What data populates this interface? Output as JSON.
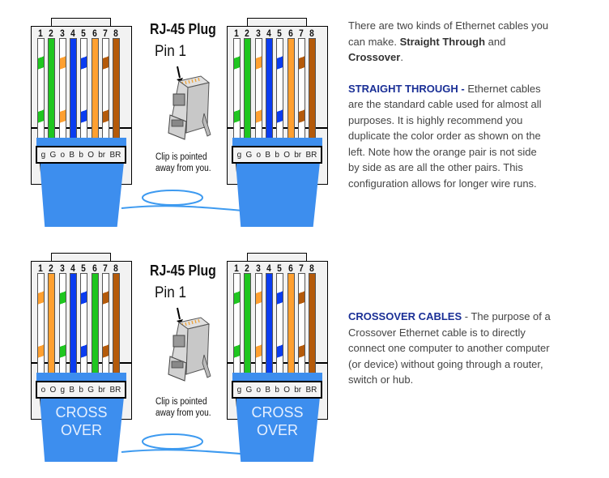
{
  "colors": {
    "green": "#1fc61f",
    "orange": "#ffa030",
    "blue": "#0a3cf0",
    "brown": "#b45a0a",
    "white": "#ffffff",
    "boot_blue": "#3d8eee",
    "cable_blue": "#3d9af0",
    "heading_blue": "#1a2f96",
    "body_text": "#444444"
  },
  "pin_numbers": [
    "1",
    "2",
    "3",
    "4",
    "5",
    "6",
    "7",
    "8"
  ],
  "rj45_label": {
    "title": "RJ-45 Plug",
    "pin1": "Pin 1",
    "clip_line1": "Clip is pointed",
    "clip_line2": "away from you."
  },
  "straight_through": {
    "left_plug": {
      "wires": [
        {
          "pin": 1,
          "base": "white",
          "stripe": "green"
        },
        {
          "pin": 2,
          "base": "green",
          "stripe": null
        },
        {
          "pin": 3,
          "base": "white",
          "stripe": "orange"
        },
        {
          "pin": 4,
          "base": "blue",
          "stripe": null
        },
        {
          "pin": 5,
          "base": "white",
          "stripe": "blue"
        },
        {
          "pin": 6,
          "base": "orange",
          "stripe": null
        },
        {
          "pin": 7,
          "base": "white",
          "stripe": "brown"
        },
        {
          "pin": 8,
          "base": "brown",
          "stripe": null
        }
      ],
      "labels": [
        "g",
        "G",
        "o",
        "B",
        "b",
        "O",
        "br",
        "BR"
      ]
    },
    "right_plug": {
      "wires": [
        {
          "pin": 1,
          "base": "white",
          "stripe": "green"
        },
        {
          "pin": 2,
          "base": "green",
          "stripe": null
        },
        {
          "pin": 3,
          "base": "white",
          "stripe": "orange"
        },
        {
          "pin": 4,
          "base": "blue",
          "stripe": null
        },
        {
          "pin": 5,
          "base": "white",
          "stripe": "blue"
        },
        {
          "pin": 6,
          "base": "orange",
          "stripe": null
        },
        {
          "pin": 7,
          "base": "white",
          "stripe": "brown"
        },
        {
          "pin": 8,
          "base": "brown",
          "stripe": null
        }
      ],
      "labels": [
        "g",
        "G",
        "o",
        "B",
        "b",
        "O",
        "br",
        "BR"
      ]
    },
    "boot_text": ""
  },
  "crossover": {
    "left_plug": {
      "wires": [
        {
          "pin": 1,
          "base": "white",
          "stripe": "orange"
        },
        {
          "pin": 2,
          "base": "orange",
          "stripe": null
        },
        {
          "pin": 3,
          "base": "white",
          "stripe": "green"
        },
        {
          "pin": 4,
          "base": "blue",
          "stripe": null
        },
        {
          "pin": 5,
          "base": "white",
          "stripe": "blue"
        },
        {
          "pin": 6,
          "base": "green",
          "stripe": null
        },
        {
          "pin": 7,
          "base": "white",
          "stripe": "brown"
        },
        {
          "pin": 8,
          "base": "brown",
          "stripe": null
        }
      ],
      "labels": [
        "o",
        "O",
        "g",
        "B",
        "b",
        "G",
        "br",
        "BR"
      ]
    },
    "right_plug": {
      "wires": [
        {
          "pin": 1,
          "base": "white",
          "stripe": "green"
        },
        {
          "pin": 2,
          "base": "green",
          "stripe": null
        },
        {
          "pin": 3,
          "base": "white",
          "stripe": "orange"
        },
        {
          "pin": 4,
          "base": "blue",
          "stripe": null
        },
        {
          "pin": 5,
          "base": "white",
          "stripe": "blue"
        },
        {
          "pin": 6,
          "base": "orange",
          "stripe": null
        },
        {
          "pin": 7,
          "base": "white",
          "stripe": "brown"
        },
        {
          "pin": 8,
          "base": "brown",
          "stripe": null
        }
      ],
      "labels": [
        "g",
        "G",
        "o",
        "B",
        "b",
        "O",
        "br",
        "BR"
      ]
    },
    "boot_text_line1": "CROSS",
    "boot_text_line2": "OVER"
  },
  "text": {
    "intro_prefix": "There are two kinds of Ethernet cables you can make. ",
    "intro_bold1": "Straight Through",
    "intro_mid": " and ",
    "intro_bold2": "Crossover",
    "intro_suffix": ".",
    "straight_heading": "STRAIGHT THROUGH -",
    "straight_body": " Ethernet cables are the standard cable used for almost all purposes. It is highly recommend you duplicate the color order as shown on the left. Note how the orange pair is not side by side as are all the other pairs. This configuration allows for longer wire runs.",
    "crossover_heading": "CROSSOVER CABLES",
    "crossover_body": " - The purpose of a Crossover Ethernet cable is to directly connect one computer to another computer (or device) without going through a router, switch or hub."
  }
}
